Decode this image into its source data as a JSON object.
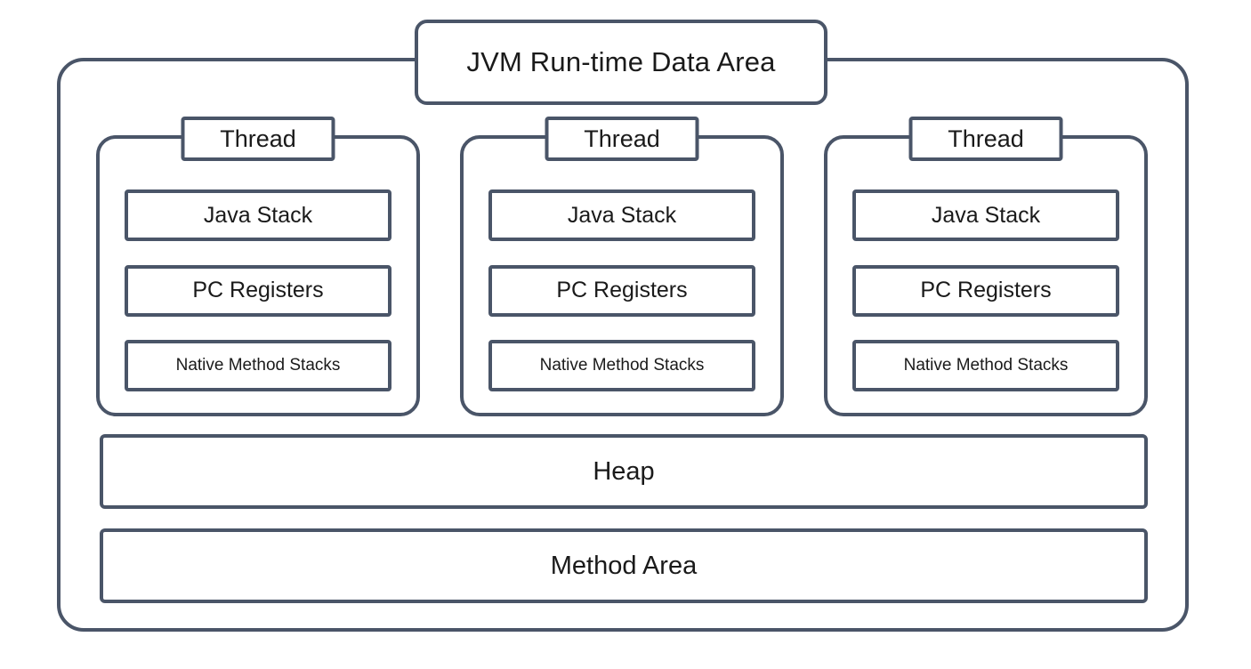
{
  "diagram": {
    "title": "JVM Run-time Data Area",
    "accent_color": "#4a5568",
    "background_color": "#ffffff",
    "text_color": "#1a1a1a"
  },
  "threads": [
    {
      "name": "Thread",
      "regions": [
        {
          "label": "Java Stack"
        },
        {
          "label": "PC Registers"
        },
        {
          "label": "Native Method Stacks"
        }
      ]
    },
    {
      "name": "Thread",
      "regions": [
        {
          "label": "Java Stack"
        },
        {
          "label": "PC Registers"
        },
        {
          "label": "Native Method Stacks"
        }
      ]
    },
    {
      "name": "Thread",
      "regions": [
        {
          "label": "Java Stack"
        },
        {
          "label": "PC Registers"
        },
        {
          "label": "Native Method Stacks"
        }
      ]
    }
  ],
  "shared_areas": [
    {
      "label": "Heap"
    },
    {
      "label": "Method Area"
    }
  ]
}
